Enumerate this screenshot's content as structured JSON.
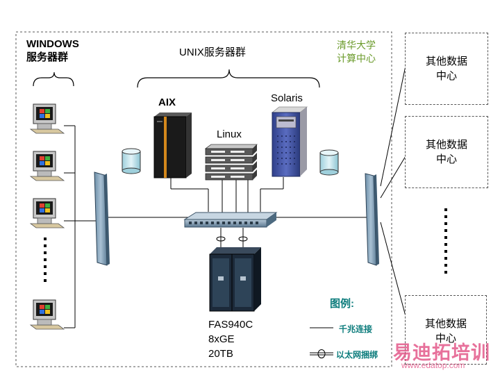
{
  "groups": {
    "windows_line1": "WINDOWS",
    "windows_line2": "服务器群",
    "unix": "UNIX服务器群",
    "center_line1": "清华大学",
    "center_line2": "计算中心"
  },
  "servers": {
    "aix": "AIX",
    "linux": "Linux",
    "solaris": "Solaris"
  },
  "storage": {
    "model": "FAS940C",
    "ports": "8xGE",
    "capacity": "20TB"
  },
  "other_datacenters": [
    {
      "line1": "其他数据",
      "line2": "中心"
    },
    {
      "line1": "其他数据",
      "line2": "中心"
    },
    {
      "line1": "其他数据",
      "line2": "中心"
    }
  ],
  "legend": {
    "title": "图例:",
    "gigabit": "千兆连接",
    "ethernet_bundle": "以太网捆绑"
  },
  "watermark": {
    "brand": "易迪拓培训",
    "url": "www.edatop.com"
  },
  "colors": {
    "legend_text": "#0c7c7c",
    "center_label": "#6a9a2a",
    "watermark": "#e0427a"
  }
}
